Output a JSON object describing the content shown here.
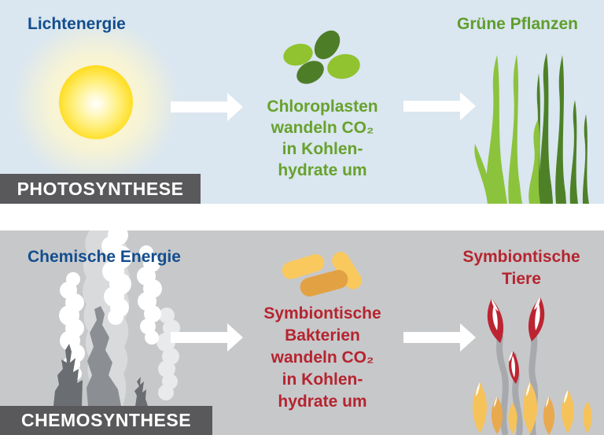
{
  "photosynthesis": {
    "banner": "PHOTOSYNTHESE",
    "input_label": "Lichtenergie",
    "process_lines": [
      "Chloroplasten",
      "wandeln CO₂",
      "in Kohlen-",
      "hydrate um"
    ],
    "output_label": "Grüne Pflanzen"
  },
  "chemosynthesis": {
    "banner": "CHEMOSYNTHESE",
    "input_label": "Chemische Energie",
    "process_lines": [
      "Symbiontische",
      "Bakterien",
      "wandeln CO₂",
      "in Kohlen-",
      "hydrate um"
    ],
    "output_lines": [
      "Symbiontische",
      "Tiere"
    ]
  },
  "colors": {
    "panel_top_bg": "#dae6f0",
    "panel_bottom_bg": "#c7c8ca",
    "divider_bg": "#ffffff",
    "banner_bg": "#59595b",
    "banner_text": "#ffffff",
    "blue_heading": "#134e8e",
    "green_heading": "#5f9e2c",
    "green_process_text": "#67a22c",
    "red_text": "#b5242f",
    "sun_core": "#f5c600",
    "chloroplast_light": "#90c32f",
    "chloroplast_dark": "#4e7d28",
    "grass_light": "#8cc33c",
    "grass_dark": "#4e8127",
    "bacteria_light": "#f9c95e",
    "bacteria_dark": "#e2a244",
    "worm_plume_red": "#bc2431",
    "worm_stalk_gray": "#a7a9ac",
    "mussel_yellow": "#f6c35a",
    "mussel_orange": "#e9a94e",
    "smoke_white": "#ffffff",
    "smoke_light_gray": "#d9dadc",
    "chimney_mid_gray": "#8b8e93",
    "chimney_dark_gray": "#6a6d71",
    "arrow_white": "#ffffff"
  }
}
